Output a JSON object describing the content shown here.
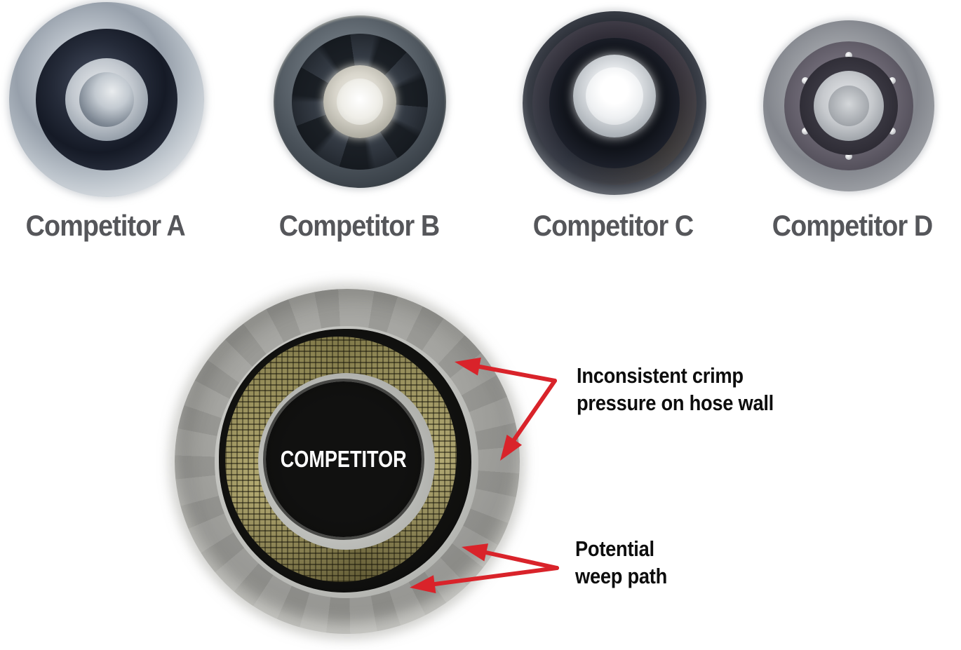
{
  "competitors": [
    {
      "label": "Competitor A"
    },
    {
      "label": "Competitor B"
    },
    {
      "label": "Competitor C"
    },
    {
      "label": "Competitor D"
    }
  ],
  "cross_section": {
    "center_label": "COMPETITOR",
    "annotations": {
      "crimp": {
        "line1": "Inconsistent crimp",
        "line2": "pressure on hose wall"
      },
      "weep": {
        "line1": "Potential",
        "line2": "weep path"
      }
    }
  },
  "colors": {
    "competitor_label": "#55565A",
    "annotation_text": "#0D0D0D",
    "arrow_red": "#D9232A",
    "center_label_text": "#FFFFFF",
    "core_black": "#0B0B0A",
    "braid_khaki": "#A39A62",
    "shell_gray": "#A2A29E"
  }
}
